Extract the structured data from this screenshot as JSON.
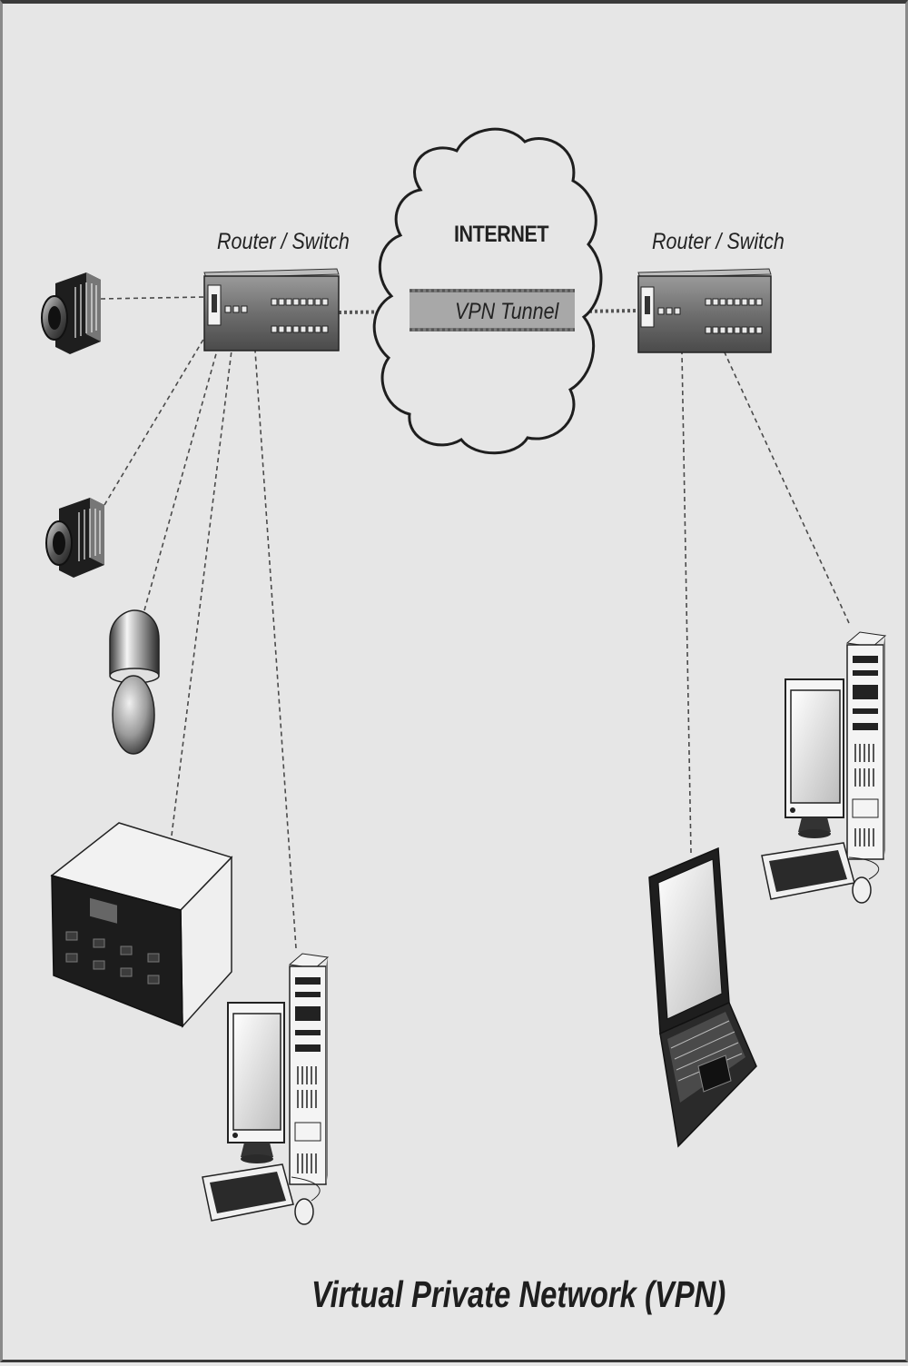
{
  "diagram": {
    "caption": "Virtual Private Network (VPN)",
    "cloud_label": "INTERNET",
    "tunnel_label": "VPN Tunnel",
    "left_router_label": "Router / Switch",
    "right_router_label": "Router / Switch"
  },
  "nodes": [
    {
      "id": "camera-1",
      "type": "box camera"
    },
    {
      "id": "camera-2",
      "type": "box camera"
    },
    {
      "id": "dome-camera",
      "type": "dome camera"
    },
    {
      "id": "dvr",
      "type": "network video recorder"
    },
    {
      "id": "desktop-left",
      "type": "desktop computer"
    },
    {
      "id": "router-left",
      "type": "router / switch"
    },
    {
      "id": "internet-cloud",
      "type": "cloud"
    },
    {
      "id": "router-right",
      "type": "router / switch"
    },
    {
      "id": "laptop",
      "type": "laptop computer"
    },
    {
      "id": "desktop-right",
      "type": "desktop computer"
    }
  ],
  "links": [
    {
      "from": "camera-1",
      "to": "router-left",
      "style": "dashed"
    },
    {
      "from": "camera-2",
      "to": "router-left",
      "style": "dashed"
    },
    {
      "from": "dome-camera",
      "to": "router-left",
      "style": "dashed"
    },
    {
      "from": "dvr",
      "to": "router-left",
      "style": "dashed"
    },
    {
      "from": "desktop-left",
      "to": "router-left",
      "style": "dashed"
    },
    {
      "from": "router-left",
      "to": "router-right",
      "style": "dotted",
      "via": "VPN Tunnel"
    },
    {
      "from": "laptop",
      "to": "router-right",
      "style": "dashed"
    },
    {
      "from": "desktop-right",
      "to": "router-right",
      "style": "dashed"
    }
  ],
  "colors": {
    "background": "#e6e6e6",
    "device_dark": "#2a2a2a",
    "device_light": "#f2f2f2",
    "line": "#555555"
  }
}
